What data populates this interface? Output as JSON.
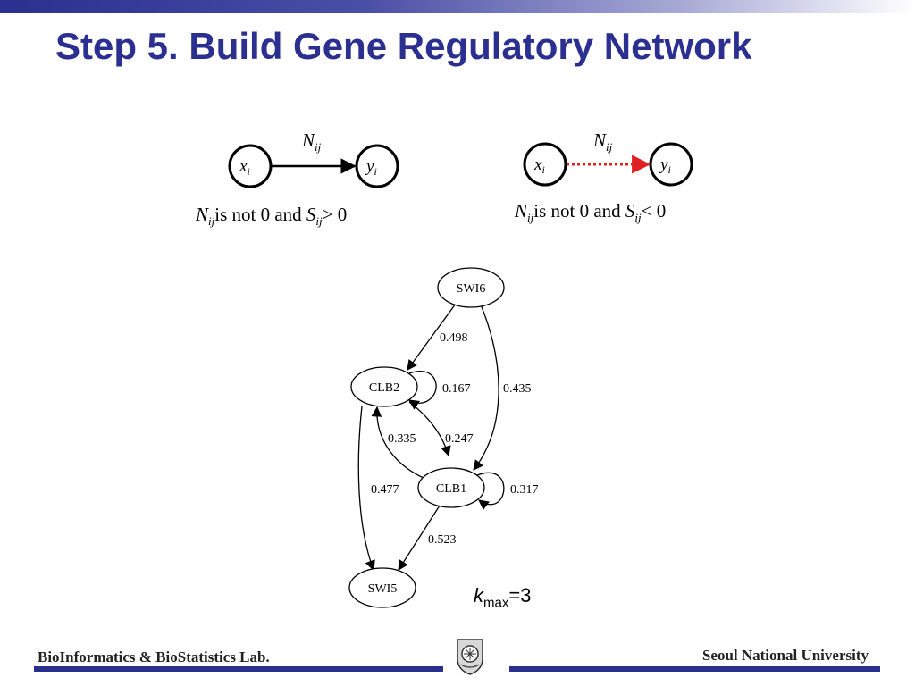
{
  "slide": {
    "title": "Step 5. Build Gene Regulatory Network"
  },
  "legend": {
    "positive": {
      "edge_label": "N",
      "edge_label_sub": "ij",
      "source": "x",
      "source_sub": "i",
      "target": "y",
      "target_sub": "i",
      "caption_n": "N",
      "caption_n_sub": "ij",
      "caption_mid": "is not 0 and ",
      "caption_s": "S",
      "caption_s_sub": "ij",
      "caption_end": "> 0",
      "edge_style": "solid",
      "edge_color": "#000000"
    },
    "negative": {
      "edge_label": "N",
      "edge_label_sub": "ij",
      "source": "x",
      "source_sub": "i",
      "target": "y",
      "target_sub": "i",
      "caption_n": "N",
      "caption_n_sub": "ij",
      "caption_mid": "is not 0 and ",
      "caption_s": "S",
      "caption_s_sub": "ij",
      "caption_end": "< 0",
      "edge_style": "dotted",
      "edge_color": "#e02020"
    }
  },
  "network": {
    "nodes": [
      {
        "id": "SWI6",
        "label": "SWI6"
      },
      {
        "id": "CLB2",
        "label": "CLB2"
      },
      {
        "id": "CLB1",
        "label": "CLB1"
      },
      {
        "id": "SWI5",
        "label": "SWI5"
      }
    ],
    "edges": [
      {
        "from": "SWI6",
        "to": "CLB2",
        "weight": "0.498"
      },
      {
        "from": "SWI6",
        "to": "CLB1",
        "weight": "0.435"
      },
      {
        "from": "CLB2",
        "to": "CLB2",
        "weight": "0.167"
      },
      {
        "from": "CLB2",
        "to": "CLB1",
        "weight": "0.247"
      },
      {
        "from": "CLB1",
        "to": "CLB2",
        "weight": "0.335"
      },
      {
        "from": "CLB1",
        "to": "CLB1",
        "weight": "0.317"
      },
      {
        "from": "CLB2",
        "to": "SWI5",
        "weight": "0.477"
      },
      {
        "from": "CLB1",
        "to": "SWI5",
        "weight": "0.523"
      }
    ],
    "k_symbol": "k",
    "k_sub": "max",
    "k_value": "=3"
  },
  "footer": {
    "left": "BioInformatics & BioStatistics Lab.",
    "right": "Seoul National University",
    "emblem_icon": "university-emblem-icon"
  },
  "colors": {
    "title": "#2b2f8f",
    "footer_bar": "#2b2f8f",
    "negative_edge": "#e02020"
  }
}
